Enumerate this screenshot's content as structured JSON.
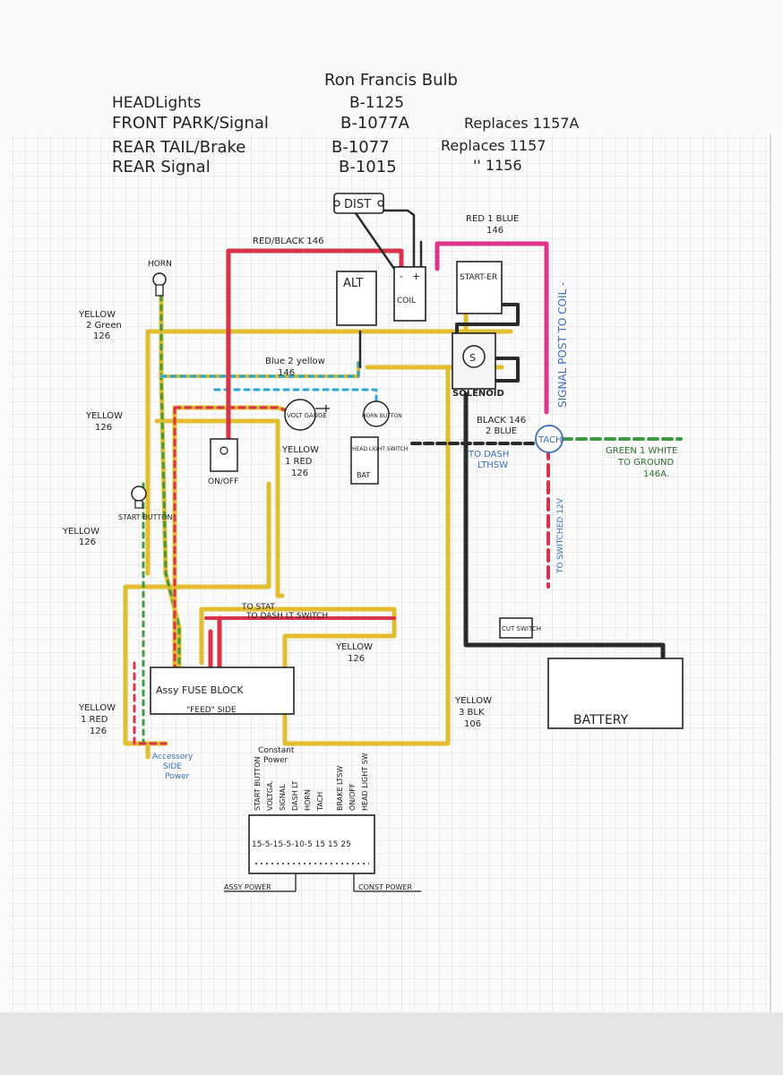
{
  "header": {
    "title": "Ron Francis Bulb",
    "rows": [
      {
        "name": "HEADLights",
        "part": "B-1125",
        "note": ""
      },
      {
        "name": "FRONT  PARK/Signal",
        "part": "B-1077A",
        "note": "Replaces 1157A"
      },
      {
        "name": "REAR  TAIL/Brake",
        "part": "B-1077",
        "note": "Replaces 1157"
      },
      {
        "name": "REAR  Signal",
        "part": "B-1015",
        "note": "''      1156"
      }
    ]
  },
  "components": {
    "dist": "DIST",
    "alt": "ALT",
    "coil_minus": "-",
    "coil_plus": "+",
    "coil": "COIL",
    "starter": "START-ER",
    "solenoid": "SOLENOID",
    "solenoid_s": "S",
    "horn": "HORN",
    "volt_gauge": "VOLT GAUGE",
    "horn_button": "HORN BUTTON",
    "head_light_switch": "HEAD LIGHT SWITCH",
    "bat": "BAT",
    "on_off": "ON/OFF",
    "start_button": "START BUTTON",
    "tach": "TACH",
    "cut_switch": "CUT SWITCH",
    "battery": "BATTERY",
    "fuse_block_label": "Assy  FUSE  BLOCK",
    "feed_side": "\"FEED\" SIDE"
  },
  "wire_labels": {
    "red_black": "RED/BLACK 146",
    "red_blue_1": "RED 1 BLUE",
    "red_blue_2": "146",
    "signal_post": "SIGNAL POST TO COIL -",
    "yellow_green_1": "YELLOW",
    "yellow_green_2": "2 Green",
    "yellow_green_3": "126",
    "blue_yellow_1": "Blue 2 yellow",
    "blue_yellow_2": "146",
    "yellow_126_left_1": "YELLOW",
    "yellow_126_left_2": "126",
    "yellow_red_1": "YELLOW",
    "yellow_red_2": "1 RED",
    "yellow_red_3": "126",
    "black_blue_1": "BLACK 146",
    "black_blue_2": "2 BLUE",
    "to_dash_1": "TO DASH",
    "to_dash_2": "LTHSW",
    "switched": "TO SWITCHED 12V",
    "green_white_1": "GREEN 1 WHITE",
    "green_white_2": "TO GROUND",
    "green_white_3": "146A.",
    "start_yellow_1": "YELLOW",
    "start_yellow_2": "126",
    "to_stat_1": "TO STAT",
    "to_stat_2": "TO DASH LT SWITCH",
    "yellow_mid_1": "YELLOW",
    "yellow_mid_2": "126",
    "yellow_blk_1": "YELLOW",
    "yellow_blk_2": "3 BLK",
    "yellow_blk_3": "106",
    "yr_low_1": "YELLOW",
    "yr_low_2": "1 RED",
    "yr_low_3": "126",
    "acc_1": "Accessory",
    "acc_2": "SIDE",
    "acc_3": "Power",
    "const_1": "Constant",
    "const_2": "Power"
  },
  "fuse_panel": {
    "circuits": [
      "START BUTTON",
      "VOLTGA.",
      "SIGNAL",
      "DASH LT",
      "HORN",
      "TACH",
      "BRAKE LTSW",
      "ON/OFF",
      "HEAD LIGHT SW"
    ],
    "amps": "15-5-15-5-10-5 15 15 25",
    "assy_power": "ASSY POWER",
    "const_power": "CONST POWER"
  },
  "colors": {
    "yellow": "#e2bd2e",
    "red": "#d8334a",
    "green": "#3f9a44",
    "blue": "#2aa7d4",
    "pink": "#e0338c",
    "black": "#2a2a2a",
    "grid": "#d7d7db"
  }
}
